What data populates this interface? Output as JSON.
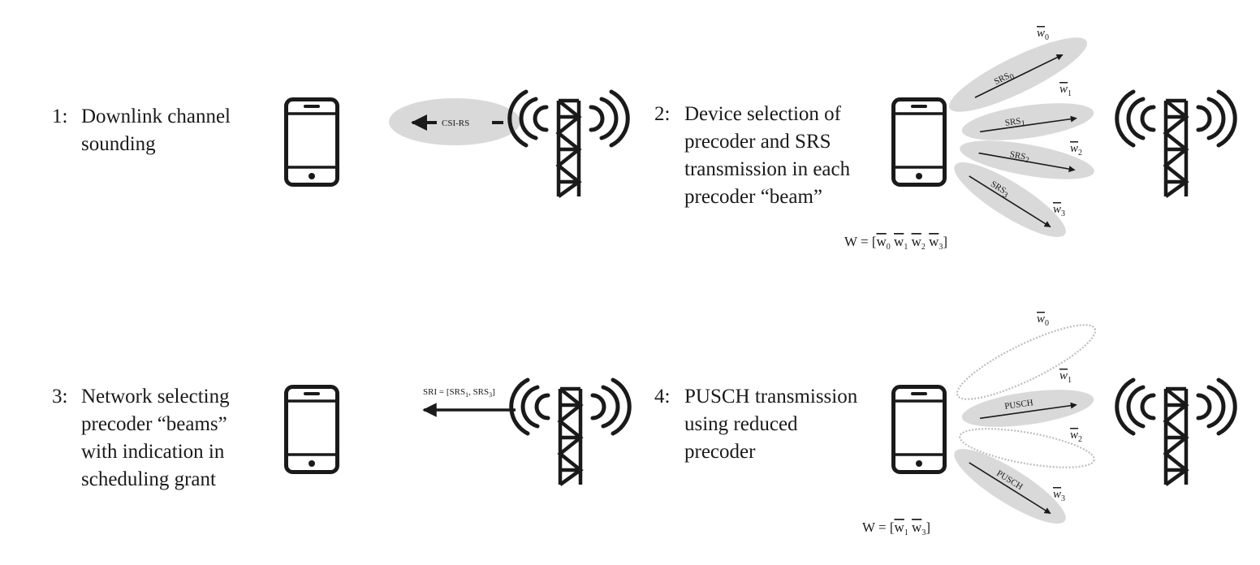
{
  "steps": [
    {
      "number": "1:",
      "lines": [
        "Downlink channel",
        "sounding"
      ]
    },
    {
      "number": "2:",
      "lines": [
        "Device selection of",
        "precoder and SRS",
        "transmission in each",
        "precoder “beam”"
      ]
    },
    {
      "number": "3:",
      "lines": [
        "Network selecting",
        "precoder “beams”",
        "with indication in",
        "scheduling grant"
      ]
    },
    {
      "number": "4:",
      "lines": [
        "PUSCH transmission",
        "using reduced",
        "precoder"
      ]
    }
  ],
  "panel1": {
    "signal_label": "CSI-RS"
  },
  "panel2": {
    "beam_labels": [
      {
        "base": "SRS",
        "sub": "0"
      },
      {
        "base": "SRS",
        "sub": "1"
      },
      {
        "base": "SRS",
        "sub": "2"
      },
      {
        "base": "SRS",
        "sub": "3"
      }
    ],
    "weights": [
      {
        "base": "w",
        "sub": "0"
      },
      {
        "base": "w",
        "sub": "1"
      },
      {
        "base": "w",
        "sub": "2"
      },
      {
        "base": "w",
        "sub": "3"
      }
    ],
    "equation": {
      "prefix": "W = [",
      "terms": [
        {
          "base": "w",
          "sub": "0"
        },
        {
          "base": "w",
          "sub": "1"
        },
        {
          "base": "w",
          "sub": "2"
        },
        {
          "base": "w",
          "sub": "3"
        }
      ],
      "suffix": "]"
    }
  },
  "panel3": {
    "signal_label": {
      "prefix": "SRI = [SRS",
      "sub1": "1",
      "mid": ", SRS",
      "sub2": "3",
      "suffix": "]"
    }
  },
  "panel4": {
    "beam_labels": [
      "PUSCH",
      "PUSCH"
    ],
    "weights": [
      {
        "base": "w",
        "sub": "0"
      },
      {
        "base": "w",
        "sub": "1"
      },
      {
        "base": "w",
        "sub": "2"
      },
      {
        "base": "w",
        "sub": "3"
      }
    ],
    "active_beams": [
      1,
      3
    ],
    "equation": {
      "prefix": "W = [",
      "terms": [
        {
          "base": "w",
          "sub": "1"
        },
        {
          "base": "w",
          "sub": "3"
        }
      ],
      "suffix": "]"
    }
  },
  "colors": {
    "ink": "#1a1a1a",
    "beam_fill": "#d9d9d9",
    "dashed_beam": "#bdbdbd"
  },
  "icons": [
    "smartphone-icon",
    "cell-tower-icon"
  ]
}
